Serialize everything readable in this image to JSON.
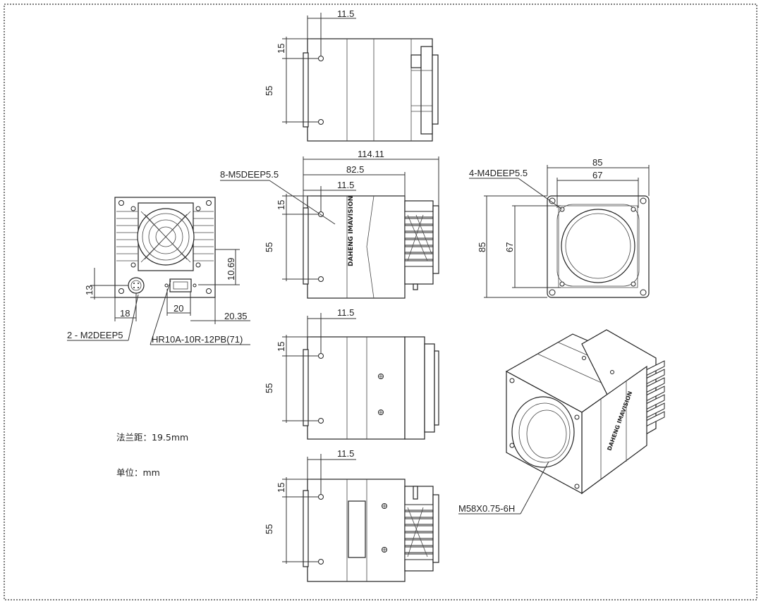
{
  "dimensions": {
    "top_view": {
      "w_11_5": "11.5",
      "v_15": "15",
      "v_55": "55"
    },
    "front_view": {
      "d_114_11": "114.11",
      "d_82_5": "82.5",
      "w_11_5": "11.5",
      "v_15": "15",
      "v_55": "55",
      "callout": "8-M5DEEP5.5"
    },
    "side_view3": {
      "w_11_5": "11.5",
      "v_15": "15",
      "v_55": "55"
    },
    "side_view4": {
      "w_11_5": "11.5",
      "v_15": "15",
      "v_55": "55"
    },
    "back_view": {
      "d_10_69": "10.69",
      "d_13": "13",
      "d_18": "18",
      "d_20": "20",
      "d_20_35": "20.35",
      "callout_m2": "2 - M2DEEP5",
      "callout_hr": "HR10A-10R-12PB(71)"
    },
    "face_view": {
      "d_85_top": "85",
      "d_67_top": "67",
      "d_85_left": "85",
      "d_67_left": "67",
      "callout": "4-M4DEEP5.5"
    },
    "iso_view": {
      "callout": "M58X0.75-6H"
    }
  },
  "notes": {
    "flange": "法兰距：19.5mm",
    "unit": "单位：mm"
  },
  "brand": "DAHENG IMAVISION"
}
